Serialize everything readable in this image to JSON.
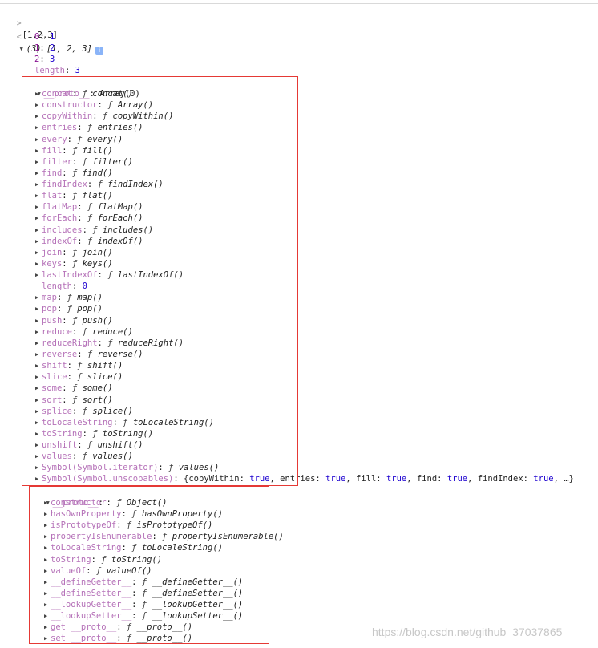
{
  "console": {
    "input": "[1,2,3]",
    "prompt_symbol": ">",
    "result_symbol": "<",
    "result_summary": "(3) [1, 2, 3]",
    "info_badge": "i",
    "entries": [
      {
        "key": "0",
        "value": "1"
      },
      {
        "key": "1",
        "value": "2"
      },
      {
        "key": "2",
        "value": "3"
      }
    ],
    "length_key": "length",
    "length_value": "3"
  },
  "proto_array": {
    "header_key": "__proto__",
    "header_value": "Array(0)",
    "methods": [
      {
        "key": "concat",
        "fn": "concat()"
      },
      {
        "key": "constructor",
        "fn": "Array()"
      },
      {
        "key": "copyWithin",
        "fn": "copyWithin()"
      },
      {
        "key": "entries",
        "fn": "entries()"
      },
      {
        "key": "every",
        "fn": "every()"
      },
      {
        "key": "fill",
        "fn": "fill()"
      },
      {
        "key": "filter",
        "fn": "filter()"
      },
      {
        "key": "find",
        "fn": "find()"
      },
      {
        "key": "findIndex",
        "fn": "findIndex()"
      },
      {
        "key": "flat",
        "fn": "flat()"
      },
      {
        "key": "flatMap",
        "fn": "flatMap()"
      },
      {
        "key": "forEach",
        "fn": "forEach()"
      },
      {
        "key": "includes",
        "fn": "includes()"
      },
      {
        "key": "indexOf",
        "fn": "indexOf()"
      },
      {
        "key": "join",
        "fn": "join()"
      },
      {
        "key": "keys",
        "fn": "keys()"
      },
      {
        "key": "lastIndexOf",
        "fn": "lastIndexOf()"
      },
      {
        "key": "length",
        "value": "0"
      },
      {
        "key": "map",
        "fn": "map()"
      },
      {
        "key": "pop",
        "fn": "pop()"
      },
      {
        "key": "push",
        "fn": "push()"
      },
      {
        "key": "reduce",
        "fn": "reduce()"
      },
      {
        "key": "reduceRight",
        "fn": "reduceRight()"
      },
      {
        "key": "reverse",
        "fn": "reverse()"
      },
      {
        "key": "shift",
        "fn": "shift()"
      },
      {
        "key": "slice",
        "fn": "slice()"
      },
      {
        "key": "some",
        "fn": "some()"
      },
      {
        "key": "sort",
        "fn": "sort()"
      },
      {
        "key": "splice",
        "fn": "splice()"
      },
      {
        "key": "toLocaleString",
        "fn": "toLocaleString()"
      },
      {
        "key": "toString",
        "fn": "toString()"
      },
      {
        "key": "unshift",
        "fn": "unshift()"
      },
      {
        "key": "values",
        "fn": "values()"
      },
      {
        "key": "Symbol(Symbol.iterator)",
        "fn": "values()"
      },
      {
        "key": "Symbol(Symbol.unscopables)",
        "text": "{copyWithin: true, entries: true, fill: true, find: true, findIndex: true, …}"
      }
    ]
  },
  "proto_object": {
    "header_key": "__proto__",
    "methods": [
      {
        "key": "constructor",
        "fn": "Object()"
      },
      {
        "key": "hasOwnProperty",
        "fn": "hasOwnProperty()"
      },
      {
        "key": "isPrototypeOf",
        "fn": "isPrototypeOf()"
      },
      {
        "key": "propertyIsEnumerable",
        "fn": "propertyIsEnumerable()"
      },
      {
        "key": "toLocaleString",
        "fn": "toLocaleString()"
      },
      {
        "key": "toString",
        "fn": "toString()"
      },
      {
        "key": "valueOf",
        "fn": "valueOf()"
      },
      {
        "key": "__defineGetter__",
        "fn": "__defineGetter__()"
      },
      {
        "key": "__defineSetter__",
        "fn": "__defineSetter__()"
      },
      {
        "key": "__lookupGetter__",
        "fn": "__lookupGetter__()"
      },
      {
        "key": "__lookupSetter__",
        "fn": "__lookupSetter__()"
      },
      {
        "key": "get __proto__",
        "fn": "__proto__()"
      },
      {
        "key": "set __proto__",
        "fn": "__proto__()"
      }
    ]
  },
  "watermark": "https://blog.csdn.net/github_37037865",
  "colors": {
    "highlight_box": "#e53935",
    "key": "#881391",
    "number": "#1c00cf"
  }
}
